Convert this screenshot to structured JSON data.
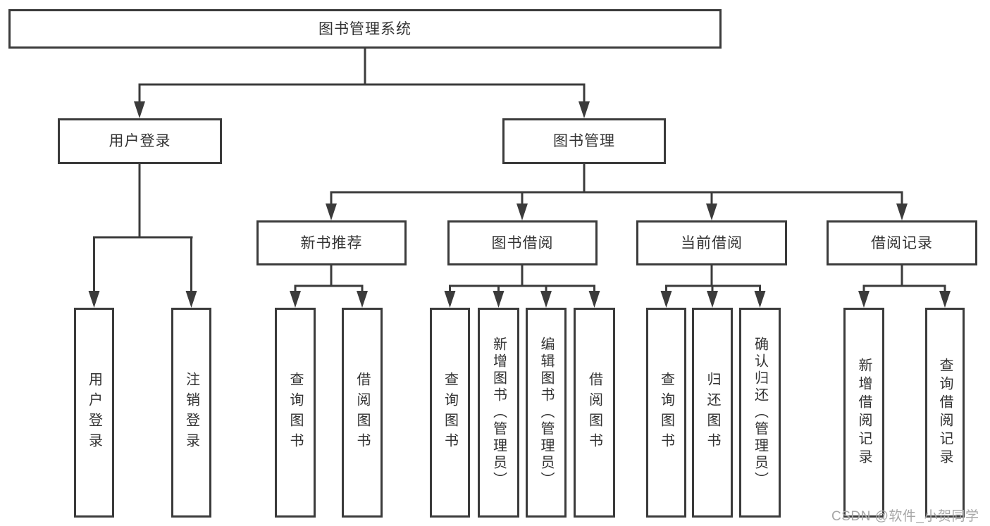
{
  "diagram": {
    "title": "图书管理系统",
    "watermark": "CSDN @软件_小贺同学",
    "colors": {
      "line": "#3b3b3b",
      "text": "#333333",
      "watermark": "#a6a6a6",
      "background": "#ffffff"
    },
    "root": {
      "label": "图书管理系统"
    },
    "level2": [
      {
        "label": "用户登录"
      },
      {
        "label": "图书管理"
      }
    ],
    "level3": [
      {
        "label": "新书推荐",
        "parent": "图书管理"
      },
      {
        "label": "图书借阅",
        "parent": "图书管理"
      },
      {
        "label": "当前借阅",
        "parent": "图书管理"
      },
      {
        "label": "借阅记录",
        "parent": "图书管理"
      }
    ],
    "leaves": [
      {
        "label": "用户登录",
        "parent": "用户登录"
      },
      {
        "label": "注销登录",
        "parent": "用户登录"
      },
      {
        "label": "查询图书",
        "parent": "新书推荐"
      },
      {
        "label": "借阅图书",
        "parent": "新书推荐"
      },
      {
        "label": "查询图书",
        "parent": "图书借阅"
      },
      {
        "label": "新增图书（管理员）",
        "parent": "图书借阅"
      },
      {
        "label": "编辑图书（管理员）",
        "parent": "图书借阅"
      },
      {
        "label": "借阅图书",
        "parent": "图书借阅"
      },
      {
        "label": "查询图书",
        "parent": "当前借阅"
      },
      {
        "label": "归还图书",
        "parent": "当前借阅"
      },
      {
        "label": "确认归还（管理员）",
        "parent": "当前借阅"
      },
      {
        "label": "新增借阅记录",
        "parent": "借阅记录"
      },
      {
        "label": "查询借阅记录",
        "parent": "借阅记录"
      }
    ]
  }
}
